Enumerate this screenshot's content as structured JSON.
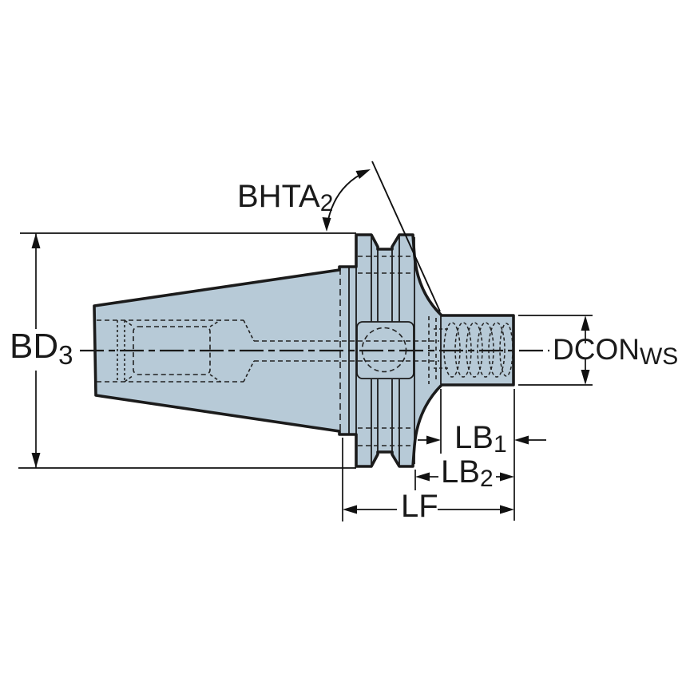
{
  "diagram": {
    "title": "tool-holder-adapter-dimension-drawing",
    "type": "engineering-side-view",
    "labels": {
      "bhta": {
        "main": "BHTA",
        "sub": "2"
      },
      "bd": {
        "main": "BD",
        "sub": "3"
      },
      "dcon": {
        "main": "DCON",
        "sub": "WS"
      },
      "lb1": {
        "main": "LB",
        "sub": "1"
      },
      "lb2": {
        "main": "LB",
        "sub": "2"
      },
      "lf": {
        "main": "LF",
        "sub": ""
      }
    },
    "colors": {
      "body_fill": "#b7cad7",
      "outline": "#1b1b1b",
      "dimension_line": "#111111",
      "background": "#ffffff"
    }
  }
}
